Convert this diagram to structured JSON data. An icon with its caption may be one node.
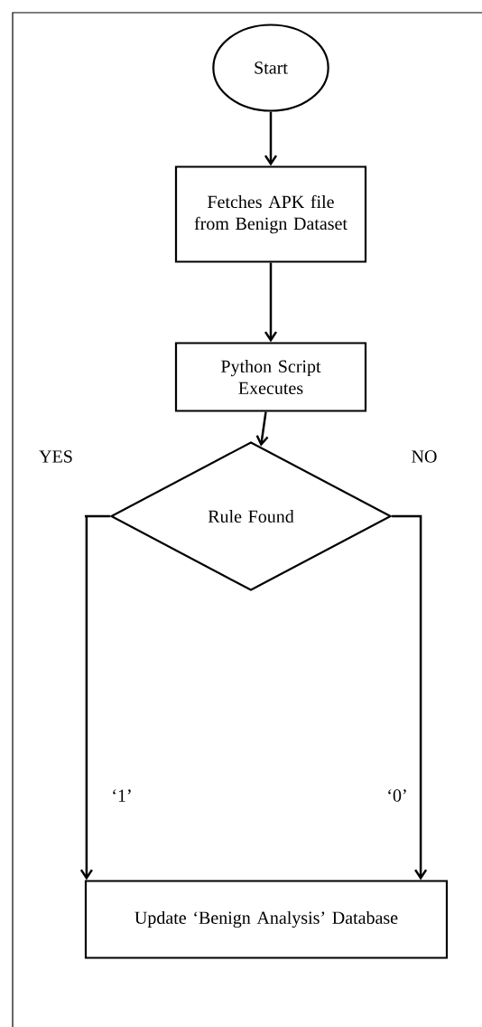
{
  "diagram": {
    "nodes": [
      {
        "text": [
          "Start"
        ]
      },
      {
        "text": [
          "Fetches APK file from Benign Dataset"
        ]
      },
      {
        "text": [
          "Python Script Executes"
        ]
      },
      {
        "text": [
          "Rule Found"
        ]
      },
      {
        "text": [
          "Update ‘Benign Analysis’ Database"
        ]
      }
    ],
    "edges": [
      {
        "from": 0,
        "to": 1,
        "arrow": "to"
      },
      {
        "from": 1,
        "to": 2,
        "arrow": "to"
      },
      {
        "from": 2,
        "to": 3,
        "arrow": "to"
      },
      {
        "from": 3,
        "to": 4,
        "arrow": "to",
        "label": "‘1’"
      },
      {
        "from": 3,
        "to": 4,
        "arrow": "to",
        "label": "‘0’"
      }
    ],
    "labels": [
      "YES",
      "NO"
    ]
  }
}
